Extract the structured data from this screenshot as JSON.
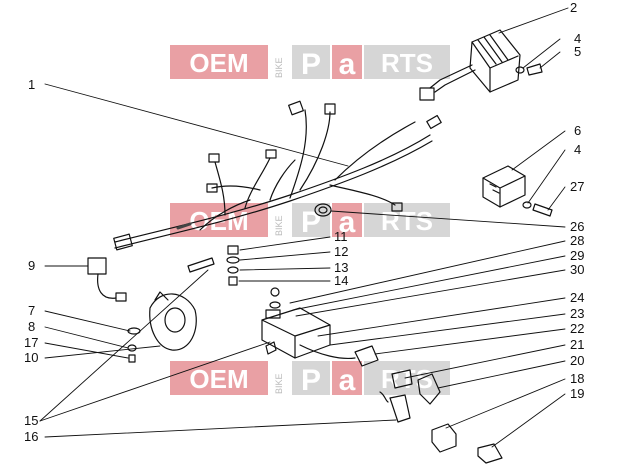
{
  "watermark": {
    "oem": "OEM",
    "bike": "BIKE",
    "parts_p": "P",
    "parts_a": "a",
    "parts_rest": "RTS",
    "color_red": "#e9a0a4",
    "color_grey": "#d6d6d6"
  },
  "callouts": [
    "1",
    "2",
    "4",
    "5",
    "6",
    "4",
    "27",
    "26",
    "28",
    "29",
    "30",
    "11",
    "12",
    "13",
    "14",
    "9",
    "24",
    "23",
    "22",
    "21",
    "20",
    "18",
    "19",
    "7",
    "8",
    "17",
    "10",
    "15",
    "16"
  ]
}
